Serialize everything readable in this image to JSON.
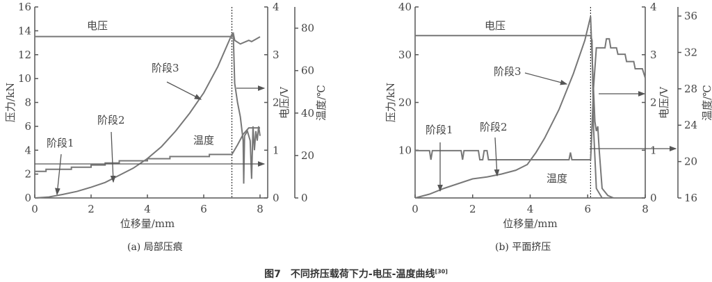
{
  "figure_title": "图7　不同挤压载荷下力-电压-温度曲线",
  "figure_ref": "[30]",
  "chart_data": [
    {
      "type": "line",
      "caption": "(a) 局部压痕",
      "xlabel": "位移量/mm",
      "ylabel": "压力/kN",
      "y2label": "电压/V",
      "y3label": "温度/℃",
      "xlim": [
        0,
        8
      ],
      "ylim": [
        0,
        16
      ],
      "y2lim": [
        0,
        4
      ],
      "y3lim": [
        0,
        90
      ],
      "xticks": [
        "0",
        "2",
        "4",
        "6",
        "8"
      ],
      "yticks": [
        "0",
        "2",
        "4",
        "6",
        "8",
        "10",
        "12",
        "14",
        "16"
      ],
      "y2ticks": [
        "0",
        "1",
        "2",
        "3",
        "4"
      ],
      "y3ticks": [
        "0",
        "20",
        "40",
        "60",
        "80"
      ],
      "failure_x": 7.0,
      "labels": {
        "voltage": "电压",
        "temperature": "温度",
        "stage1": "阶段1",
        "stage2": "阶段2",
        "stage3": "阶段3"
      },
      "series": [
        {
          "name": "压力",
          "axis": "force",
          "points": [
            [
              0,
              0
            ],
            [
              0.5,
              0.08
            ],
            [
              1,
              0.3
            ],
            [
              1.5,
              0.55
            ],
            [
              2,
              0.9
            ],
            [
              2.5,
              1.3
            ],
            [
              3,
              1.9
            ],
            [
              3.5,
              2.5
            ],
            [
              4,
              3.3
            ],
            [
              4.5,
              4.3
            ],
            [
              5,
              5.6
            ],
            [
              5.5,
              7.1
            ],
            [
              6,
              8.8
            ],
            [
              6.5,
              11
            ],
            [
              7,
              13.7
            ],
            [
              7.05,
              13.8
            ],
            [
              7.1,
              13.2
            ],
            [
              7.3,
              12.9
            ],
            [
              7.5,
              13.1
            ],
            [
              7.6,
              13.2
            ],
            [
              7.7,
              13.1
            ],
            [
              8,
              13.5
            ]
          ]
        },
        {
          "name": "电压",
          "axis": "voltage",
          "points": [
            [
              0,
              3.38
            ],
            [
              7,
              3.38
            ],
            [
              7.05,
              3.42
            ],
            [
              7.1,
              2.4
            ],
            [
              7.2,
              2.0
            ],
            [
              7.3,
              1.7
            ],
            [
              7.4,
              1.2
            ],
            [
              7.42,
              0.3
            ],
            [
              7.45,
              1.3
            ],
            [
              7.55,
              1.4
            ],
            [
              7.65,
              1.2
            ],
            [
              7.7,
              0.4
            ],
            [
              7.75,
              1.5
            ],
            [
              7.8,
              1.0
            ],
            [
              7.85,
              1.4
            ],
            [
              7.9,
              1.2
            ],
            [
              7.95,
              1.5
            ],
            [
              8,
              1.3
            ]
          ]
        },
        {
          "name": "温度",
          "axis": "temperature",
          "points": [
            [
              0,
              12.5
            ],
            [
              0.4,
              12.5
            ],
            [
              0.4,
              13.5
            ],
            [
              1.3,
              13.5
            ],
            [
              1.3,
              14.5
            ],
            [
              2,
              14.5
            ],
            [
              2,
              15.5
            ],
            [
              2.5,
              15.5
            ],
            [
              2.5,
              16.5
            ],
            [
              3,
              16.5
            ],
            [
              3,
              17.5
            ],
            [
              4,
              17.5
            ],
            [
              4,
              18.5
            ],
            [
              4.8,
              18.5
            ],
            [
              4.8,
              19.5
            ],
            [
              6.2,
              19.5
            ],
            [
              6.2,
              20.5
            ],
            [
              7,
              20.5
            ],
            [
              7.2,
              25
            ],
            [
              7.4,
              30
            ],
            [
              7.6,
              33
            ],
            [
              8,
              33
            ]
          ]
        }
      ]
    },
    {
      "type": "line",
      "caption": "(b) 平面挤压",
      "xlabel": "位移量/mm",
      "ylabel": "压力/kN",
      "y2label": "电压/V",
      "y3label": "温度/℃",
      "xlim": [
        0,
        8
      ],
      "ylim": [
        0,
        40
      ],
      "y2lim": [
        0,
        4
      ],
      "y3lim": [
        16,
        37
      ],
      "xticks": [
        "0",
        "2",
        "4",
        "6",
        "8"
      ],
      "yticks": [
        "10",
        "20",
        "30",
        "40"
      ],
      "y2ticks": [
        "0",
        "1",
        "2",
        "3",
        "4"
      ],
      "y3ticks": [
        "16",
        "20",
        "24",
        "28",
        "32",
        "36"
      ],
      "failure_x": 6.1,
      "labels": {
        "voltage": "电压",
        "temperature": "温度",
        "stage1": "阶段1",
        "stage2": "阶段2",
        "stage3": "阶段3"
      },
      "series": [
        {
          "name": "压力",
          "axis": "force",
          "points": [
            [
              0,
              0
            ],
            [
              0.5,
              0.8
            ],
            [
              1,
              2
            ],
            [
              1.5,
              3
            ],
            [
              2,
              4
            ],
            [
              2.5,
              4.4
            ],
            [
              3,
              5
            ],
            [
              3.5,
              5.8
            ],
            [
              3.9,
              7
            ],
            [
              4.2,
              9.5
            ],
            [
              4.5,
              12.5
            ],
            [
              5,
              18.5
            ],
            [
              5.5,
              26
            ],
            [
              5.9,
              33
            ],
            [
              6.1,
              38
            ],
            [
              6.15,
              30
            ],
            [
              6.25,
              16
            ],
            [
              6.3,
              14
            ],
            [
              6.35,
              15
            ],
            [
              6.4,
              10
            ],
            [
              6.5,
              2
            ],
            [
              6.7,
              0.5
            ],
            [
              6.9,
              0
            ]
          ]
        },
        {
          "name": "电压",
          "axis": "voltage",
          "points": [
            [
              0,
              3.4
            ],
            [
              6.1,
              3.4
            ],
            [
              6.15,
              3.3
            ],
            [
              6.2,
              1.5
            ],
            [
              6.3,
              0.2
            ],
            [
              6.5,
              0
            ],
            [
              6.6,
              0
            ]
          ]
        },
        {
          "name": "温度",
          "axis": "temperature",
          "points": [
            [
              0,
              21.2
            ],
            [
              0.5,
              21.2
            ],
            [
              0.55,
              20.2
            ],
            [
              0.6,
              21.2
            ],
            [
              1.6,
              21.2
            ],
            [
              1.65,
              20.2
            ],
            [
              1.7,
              21.2
            ],
            [
              2.2,
              21.2
            ],
            [
              2.25,
              20.2
            ],
            [
              2.35,
              20.2
            ],
            [
              2.4,
              21.2
            ],
            [
              2.5,
              21.2
            ],
            [
              2.55,
              20.2
            ],
            [
              5.35,
              20.2
            ],
            [
              5.4,
              21
            ],
            [
              5.45,
              20.2
            ],
            [
              6.1,
              20.2
            ],
            [
              6.12,
              21.5
            ],
            [
              6.2,
              28
            ],
            [
              6.3,
              32.5
            ],
            [
              6.6,
              32.5
            ],
            [
              6.65,
              33.5
            ],
            [
              6.75,
              33.5
            ],
            [
              6.8,
              32.5
            ],
            [
              7,
              32.5
            ],
            [
              7.05,
              31.8
            ],
            [
              7.3,
              31.8
            ],
            [
              7.35,
              31
            ],
            [
              7.6,
              31
            ],
            [
              7.65,
              30.2
            ],
            [
              7.9,
              30.2
            ],
            [
              8,
              29.2
            ]
          ]
        }
      ]
    }
  ]
}
